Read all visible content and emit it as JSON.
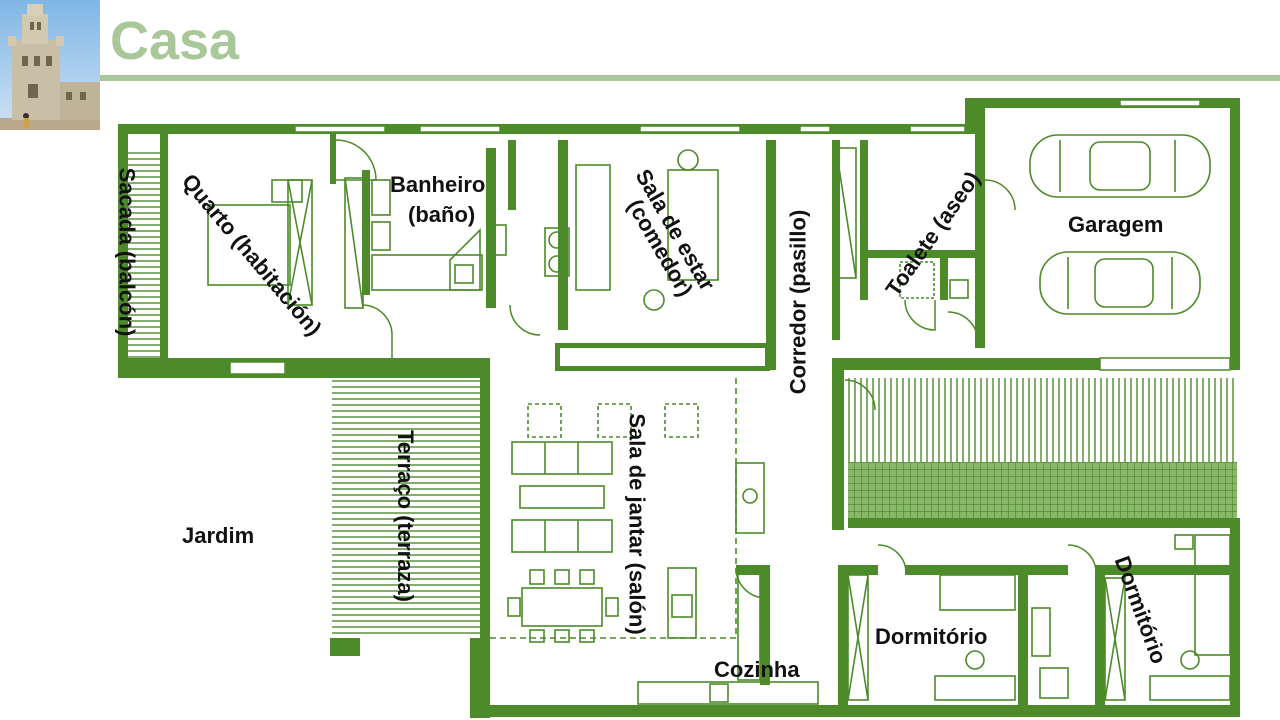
{
  "slide": {
    "title": "Casa"
  },
  "plan": {
    "line_color": "#3f7a1e",
    "fill_color": "#4d8a2a",
    "rooms": {
      "sacada": "Sacada (balcón)",
      "quarto": "Quarto (habitación)",
      "banheiro_1": "Banheiro",
      "banheiro_2": "(baño)",
      "sala_estar_1": "Sala de estar",
      "sala_estar_2": "(comedor)",
      "corredor": "Corredor (pasillo)",
      "toalete": "Toalete (aseo)",
      "garagem": "Garagem",
      "jardim": "Jardim",
      "terraco": "Terraço (terraza)",
      "sala_jantar": "Sala de jantar (salón)",
      "cozinha": "Cozinha",
      "dormitorio_1": "Dormitório",
      "dormitorio_2": "Dormitório"
    }
  }
}
